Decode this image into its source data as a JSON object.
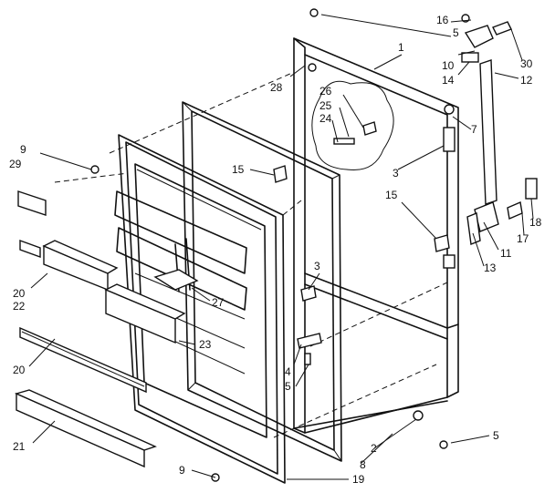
{
  "diagram": {
    "callouts": {
      "c1": "1",
      "c2": "2",
      "c3a": "3",
      "c3b": "3",
      "c4": "4",
      "c5a": "5",
      "c5b": "5",
      "c5c": "5",
      "c7": "7",
      "c8": "8",
      "c9a": "9",
      "c9b": "9",
      "c10": "10",
      "c11": "11",
      "c12": "12",
      "c13": "13",
      "c14": "14",
      "c15a": "15",
      "c15b": "15",
      "c16": "16",
      "c17": "17",
      "c18": "18",
      "c19": "19",
      "c20a": "20",
      "c20b": "20",
      "c21": "21",
      "c22": "22",
      "c23": "23",
      "c24": "24",
      "c25": "25",
      "c26": "26",
      "c27": "27",
      "c28": "28",
      "c29": "29",
      "c30": "30"
    }
  }
}
